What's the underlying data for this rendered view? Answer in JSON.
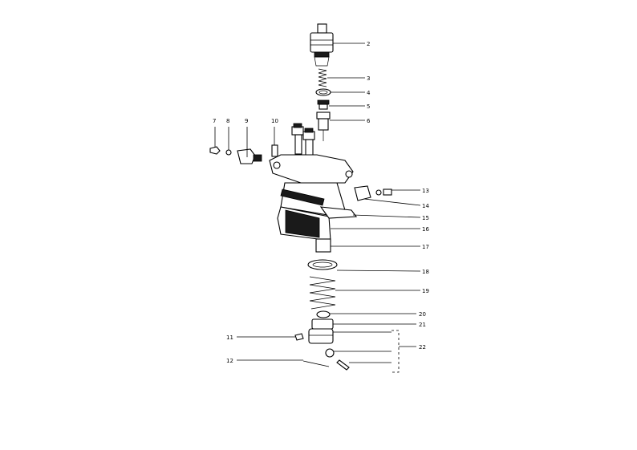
{
  "callouts": [
    {
      "n": "2"
    },
    {
      "n": "3"
    },
    {
      "n": "4"
    },
    {
      "n": "5"
    },
    {
      "n": "6"
    },
    {
      "n": "7"
    },
    {
      "n": "8"
    },
    {
      "n": "9"
    },
    {
      "n": "10"
    },
    {
      "n": "11"
    },
    {
      "n": "12"
    },
    {
      "n": "13"
    },
    {
      "n": "14"
    },
    {
      "n": "15"
    },
    {
      "n": "16"
    },
    {
      "n": "17"
    },
    {
      "n": "18"
    },
    {
      "n": "19"
    },
    {
      "n": "20"
    },
    {
      "n": "21"
    },
    {
      "n": "22"
    }
  ]
}
